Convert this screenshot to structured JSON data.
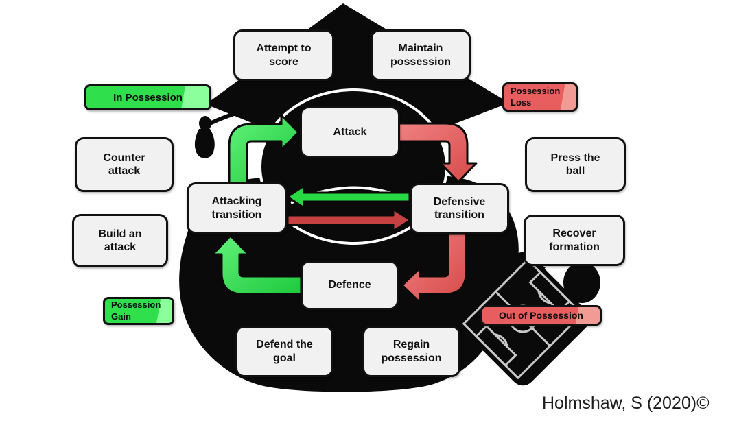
{
  "nodes": {
    "attack": "Attack",
    "attacking_transition": "Attacking transition",
    "defensive_transition": "Defensive transition",
    "defence": "Defence"
  },
  "phase_labels": {
    "attempt_to_score": "Attempt to score",
    "maintain_possession": "Maintain possession",
    "counter_attack": "Counter attack",
    "press_the_ball": "Press the ball",
    "build_an_attack": "Build an attack",
    "recover_formation": "Recover formation",
    "defend_the_goal": "Defend the goal",
    "regain_possession": "Regain possession"
  },
  "status_labels": {
    "in_possession": "In Possession",
    "possession_loss": "Possession Loss",
    "possession_gain": "Possession Gain",
    "out_of_possession": "Out of Possession"
  },
  "flows": [
    {
      "from": "Attacking transition",
      "to": "Attack",
      "color": "green"
    },
    {
      "from": "Attack",
      "to": "Defensive transition",
      "color": "red"
    },
    {
      "from": "Defensive transition",
      "to": "Attacking transition",
      "color": "green"
    },
    {
      "from": "Attacking transition",
      "to": "Defensive transition",
      "color": "red"
    },
    {
      "from": "Defensive transition",
      "to": "Defence",
      "color": "red"
    },
    {
      "from": "Defence",
      "to": "Attacking transition",
      "color": "green"
    }
  ],
  "credit": "Holmshaw, S (2020)©",
  "colors": {
    "green": "#2fe04c",
    "green-dark": "#24cc3f",
    "red": "#e85e5e",
    "red-dark": "#c64343",
    "box-fill": "#f1f1f1",
    "box-border": "#111111",
    "silhouette": "#0a0a0a",
    "background": "#ffffff"
  }
}
